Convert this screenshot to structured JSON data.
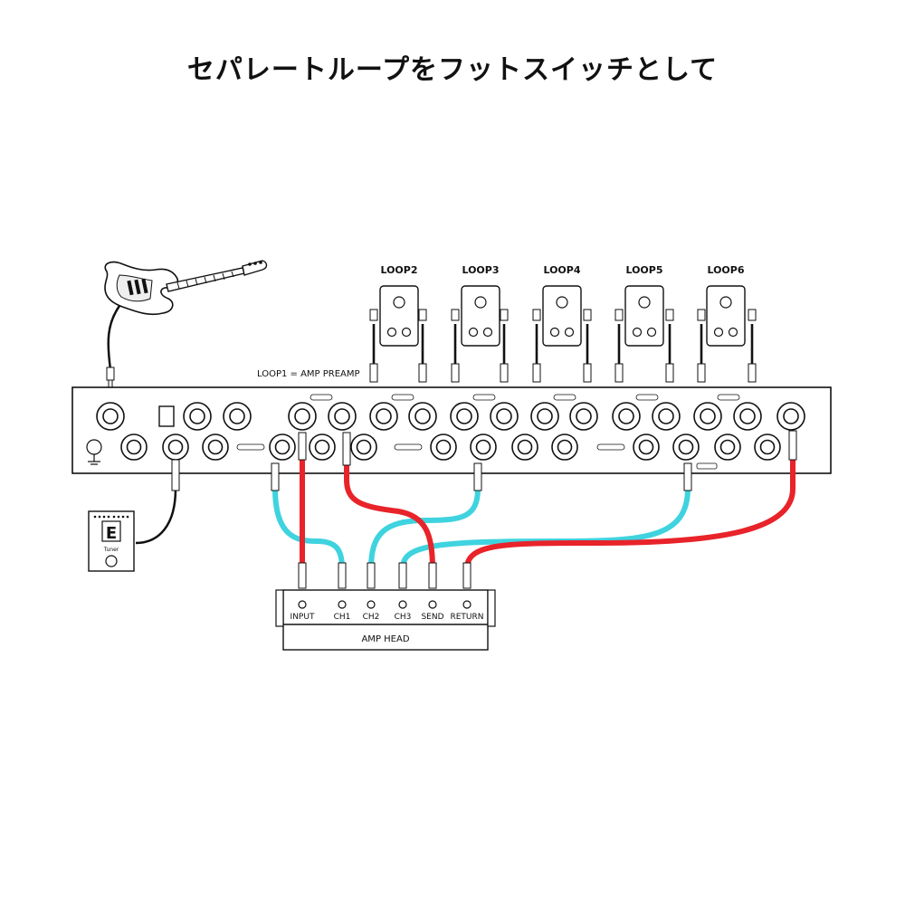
{
  "title": "セパレートループをフットスイッチとして",
  "loop_note": "LOOP1 = AMP PREAMP",
  "pedals": [
    {
      "label": "LOOP2"
    },
    {
      "label": "LOOP3"
    },
    {
      "label": "LOOP4"
    },
    {
      "label": "LOOP5"
    },
    {
      "label": "LOOP6"
    }
  ],
  "amp": {
    "name": "AMP HEAD",
    "jacks": [
      "INPUT",
      "CH1",
      "CH2",
      "CH3",
      "SEND",
      "RETURN"
    ]
  },
  "tuner": {
    "display": "E",
    "label": "Tuner"
  },
  "colors": {
    "send_cable": "#e8232a",
    "return_cable": "#3fd3df",
    "outline": "#111111"
  }
}
